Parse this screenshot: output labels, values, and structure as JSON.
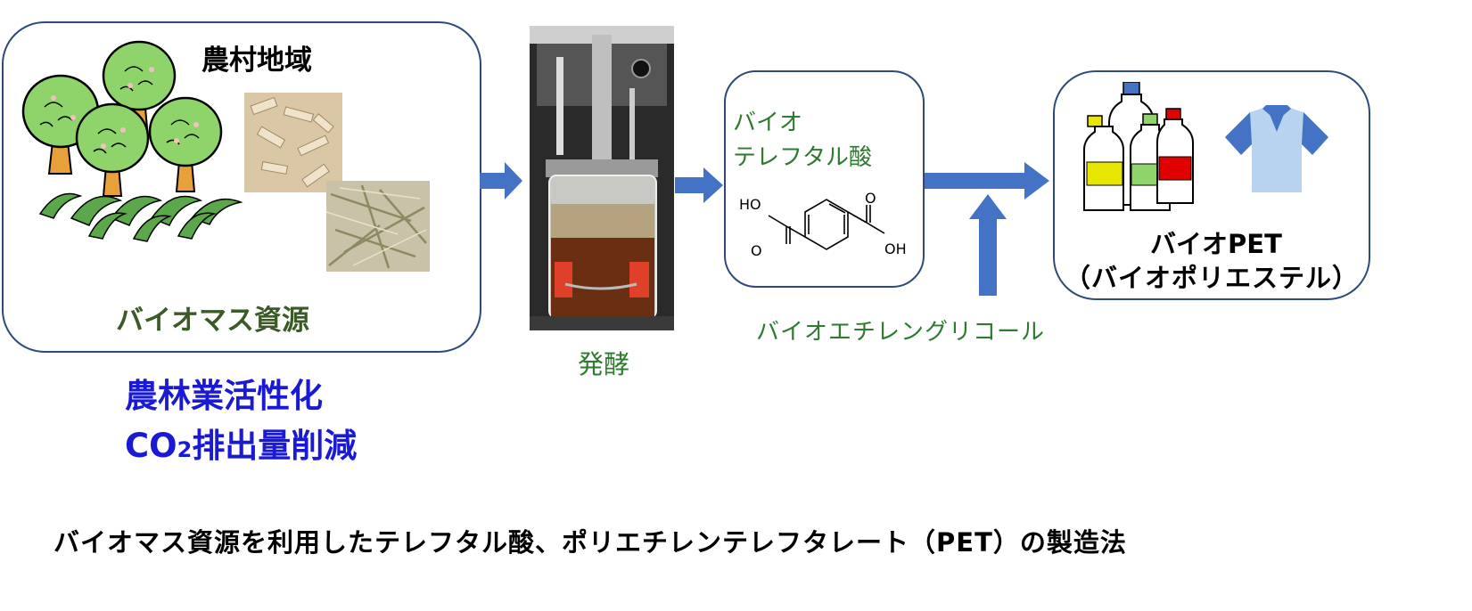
{
  "biomass": {
    "region_label": "農村地域",
    "resource_label": "バイオマス資源",
    "benefit_1": "農林業活性化",
    "benefit_2_prefix": "CO",
    "benefit_2_sub": "2",
    "benefit_2_suffix": "排出量削減"
  },
  "fermentation": {
    "label": "発酵"
  },
  "terephthalic": {
    "label_line1": "バイオ",
    "label_line2": "テレフタル酸",
    "ho_label": "HO",
    "o_label": "O",
    "oh_label": "OH"
  },
  "ethylene_glycol": {
    "label": "バイオエチレングリコール"
  },
  "pet": {
    "label_line1": "バイオPET",
    "label_line2": "（バイオポリエステル）"
  },
  "caption": "バイオマス資源を利用したテレフタル酸、ポリエチレンテレフタレート（PET）の製造法",
  "colors": {
    "arrow": "#4472c4",
    "box_border": "#2f4a7a",
    "green_text": "#2e7a2e",
    "blue_text": "#1a1ad6"
  }
}
